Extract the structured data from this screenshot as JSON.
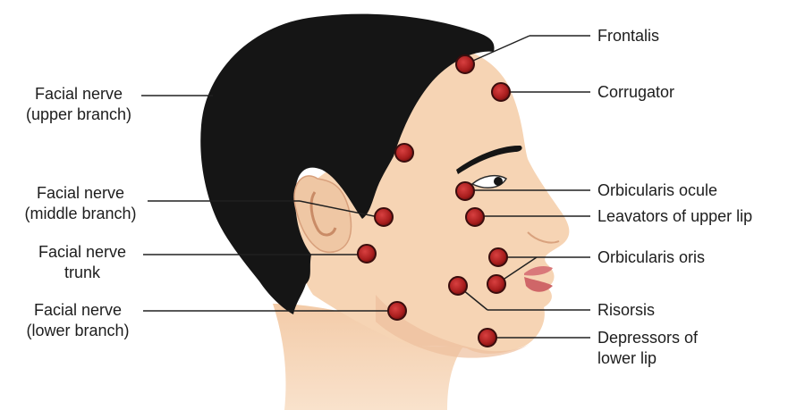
{
  "labels_left": [
    {
      "id": "facial-nerve-upper-branch",
      "lines": [
        "Facial nerve",
        "(upper branch)"
      ]
    },
    {
      "id": "facial-nerve-middle-branch",
      "lines": [
        "Facial nerve",
        "(middle branch)"
      ]
    },
    {
      "id": "facial-nerve-trunk",
      "lines": [
        "Facial nerve",
        "trunk"
      ]
    },
    {
      "id": "facial-nerve-lower-branch",
      "lines": [
        "Facial nerve",
        "(lower branch)"
      ]
    }
  ],
  "labels_right": [
    {
      "id": "frontalis",
      "lines": [
        "Frontalis"
      ]
    },
    {
      "id": "corrugator",
      "lines": [
        "Corrugator"
      ]
    },
    {
      "id": "orbicularis-ocule",
      "lines": [
        "Orbicularis ocule"
      ]
    },
    {
      "id": "leavators-of-upper-lip",
      "lines": [
        "Leavators of upper lip"
      ]
    },
    {
      "id": "orbicularis-oris",
      "lines": [
        "Orbicularis oris"
      ]
    },
    {
      "id": "risorsis",
      "lines": [
        "Risorsis"
      ]
    },
    {
      "id": "depressors-of-lower-lip",
      "lines": [
        "Depressors of",
        "lower lip"
      ]
    }
  ],
  "colors": {
    "hair": "#151515",
    "skin": "#f6d4b4",
    "skin_shadow": "#e9b892",
    "point_fill": "#a81d1d",
    "point_ring": "#3a0d0d",
    "leader_line": "#202020",
    "lips": "#d9787a"
  }
}
